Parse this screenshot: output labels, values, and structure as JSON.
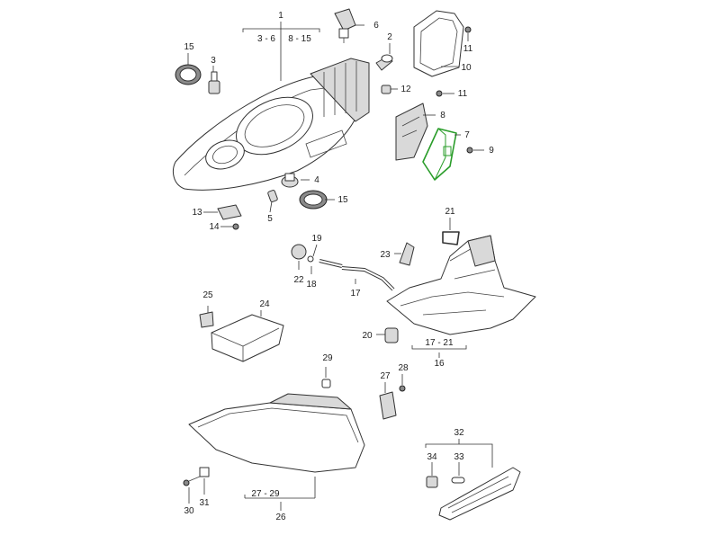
{
  "diagram": {
    "highlight_color": "#2a9d2a",
    "labels": {
      "l1": "1",
      "l1a": "3 - 6",
      "l1b": "8 - 15",
      "l2": "2",
      "l3": "3",
      "l4": "4",
      "l5": "5",
      "l6": "6",
      "l7": "7",
      "l8": "8",
      "l9": "9",
      "l10": "10",
      "l11a": "11",
      "l11b": "11",
      "l12": "12",
      "l13": "13",
      "l14": "14",
      "l15a": "15",
      "l15b": "15",
      "l16": "16",
      "l16a": "17 - 21",
      "l17": "17",
      "l18": "18",
      "l19": "19",
      "l20": "20",
      "l21": "21",
      "l22": "22",
      "l23": "23",
      "l24": "24",
      "l25": "25",
      "l26": "26",
      "l26a": "27 - 29",
      "l27": "27",
      "l28": "28",
      "l29": "29",
      "l30": "30",
      "l31": "31",
      "l32": "32",
      "l33": "33",
      "l34": "34"
    }
  }
}
